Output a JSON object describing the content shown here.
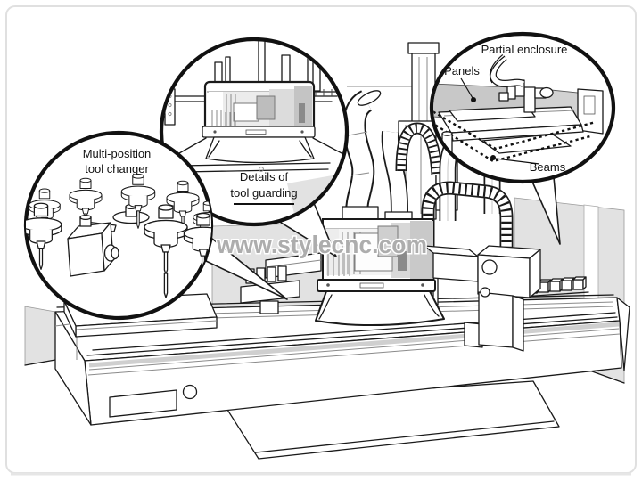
{
  "watermark": {
    "text": "www.stylecnc.com"
  },
  "callouts": {
    "tool_changer": {
      "line1": "Multi-position",
      "line2": "tool changer"
    },
    "tool_guarding": {
      "line1": "Details of",
      "line2": "tool guarding"
    },
    "enclosure": {
      "title": "Partial enclosure",
      "panels": "Panels",
      "beams": "Beams"
    }
  },
  "colors": {
    "line": "#1a1a1a",
    "wall": "#e2e2e2",
    "panel": "#cccccc",
    "watermark": "#b3b3b3"
  }
}
